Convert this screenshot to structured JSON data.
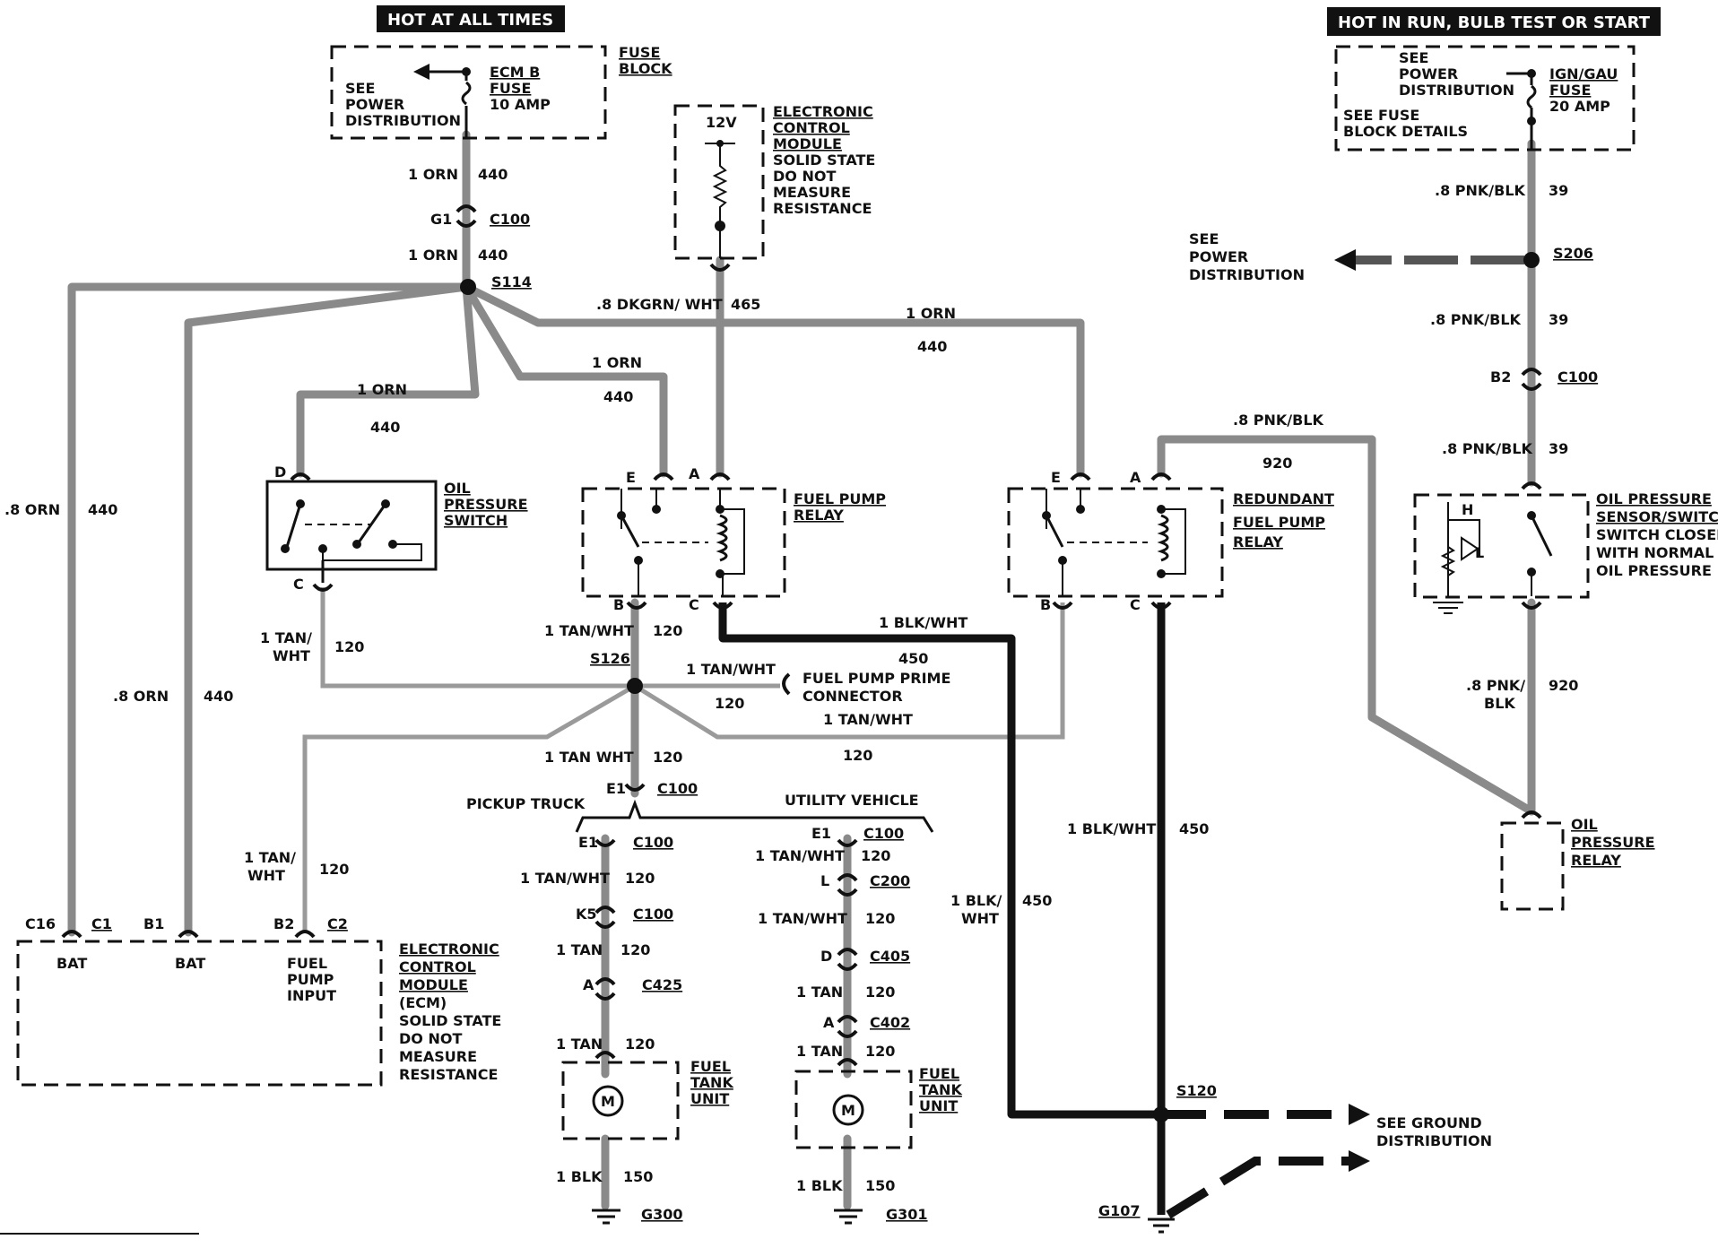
{
  "headers": {
    "hot_all": "HOT AT ALL TIMES",
    "hot_run": "HOT IN RUN, BULB TEST OR START"
  },
  "fuse_block": {
    "title1": "FUSE",
    "title2": "BLOCK",
    "see1": "SEE",
    "see2": "POWER",
    "see3": "DISTRIBUTION",
    "fuse1": "ECM B",
    "fuse2": "FUSE",
    "fuse3": "10 AMP"
  },
  "ign_fuse": {
    "see1": "SEE",
    "see2": "POWER",
    "see3": "DISTRIBUTION",
    "detail1": "SEE FUSE",
    "detail2": "BLOCK DETAILS",
    "fuse1": "IGN/GAU",
    "fuse2": "FUSE",
    "fuse3": "20 AMP"
  },
  "ecm_top": {
    "v": "12V",
    "l1": "ELECTRONIC",
    "l2": "CONTROL",
    "l3": "MODULE",
    "l4": "SOLID STATE",
    "l5": "DO NOT",
    "l6": "MEASURE",
    "l7": "RESISTANCE"
  },
  "ecm_bottom": {
    "l1": "ELECTRONIC",
    "l2": "CONTROL",
    "l3": "MODULE",
    "l4": "(ECM)",
    "l5": "SOLID STATE",
    "l6": "DO NOT",
    "l7": "MEASURE",
    "l8": "RESISTANCE",
    "bat1": "BAT",
    "bat2": "BAT",
    "fp1": "FUEL",
    "fp2": "PUMP",
    "fp3": "INPUT",
    "pin_c16": "C16",
    "pin_c1": "C1",
    "pin_b1": "B1",
    "pin_b2": "B2",
    "pin_c2": "C2"
  },
  "oil_switch": {
    "l1": "OIL",
    "l2": "PRESSURE",
    "l3": "SWITCH",
    "pin_d": "D",
    "pin_c": "C"
  },
  "fuel_pump_relay": {
    "l1": "FUEL PUMP",
    "l2": "RELAY",
    "pin_e": "E",
    "pin_a": "A",
    "pin_b": "B",
    "pin_c": "C"
  },
  "redundant_relay": {
    "l1": "REDUNDANT",
    "l2": "FUEL  PUMP",
    "l3": "RELAY",
    "pin_e": "E",
    "pin_a": "A",
    "pin_b": "B",
    "pin_c": "C"
  },
  "oil_sensor": {
    "l1": "OIL PRESSURE",
    "l2": "SENSOR/SWITCH",
    "l3": "SWITCH CLOSED",
    "l4": "WITH NORMAL",
    "l5": "OIL PRESSURE",
    "h": "H",
    "lo": "L"
  },
  "oil_relay": {
    "l1": "OIL",
    "l2": "PRESSURE",
    "l3": "RELAY"
  },
  "prime": {
    "l1": "FUEL PUMP PRIME",
    "l2": "CONNECTOR"
  },
  "see_power": {
    "l1": "SEE",
    "l2": "POWER",
    "l3": "DISTRIBUTION"
  },
  "see_ground": {
    "l1": "SEE GROUND",
    "l2": "DISTRIBUTION"
  },
  "branches": {
    "pickup": "PICKUP TRUCK",
    "utility": "UTILITY VEHICLE"
  },
  "tank_left": {
    "l1": "FUEL",
    "l2": "TANK",
    "l3": "UNIT",
    "m": "M"
  },
  "tank_right": {
    "l1": "FUEL",
    "l2": "TANK",
    "l3": "UNIT",
    "m": "M"
  },
  "splices": {
    "s114": "S114",
    "s126": "S126",
    "s206": "S206",
    "s120": "S120"
  },
  "connectors": {
    "g1": "G1",
    "c100a": "C100",
    "b2": "B2",
    "c100b": "C100",
    "e1a": "E1",
    "c100c": "C100",
    "e1b": "E1",
    "c100d": "C100",
    "k5": "K5",
    "c100e": "C100",
    "a1": "A",
    "c425": "C425",
    "e1c": "E1",
    "c100f": "C100",
    "l": "L",
    "c200": "C200",
    "d": "D",
    "c405": "C405",
    "a2": "A",
    "c402": "C402"
  },
  "grounds": {
    "g300": "G300",
    "g301": "G301",
    "g107": "G107"
  },
  "wires": {
    "orn_a1": "1 ORN",
    "orn_a2": "440",
    "orn_b1": "1 ORN",
    "orn_b2": "440",
    "orn_left1": ".8 ORN",
    "orn_left2": "440",
    "orn_sw1": "1 ORN",
    "orn_sw2": "440",
    "orn_re1": "1 ORN",
    "orn_re2": "440",
    "orn_rr1": "1 ORN",
    "orn_rr2": "440",
    "orn_ecm1": ".8 ORN",
    "orn_ecm2": "440",
    "dkgrn1": ".8 DKGRN/ WHT",
    "dkgrn2": "465",
    "pnk1a": ".8 PNK/BLK",
    "pnk1b": "39",
    "pnk2a": ".8 PNK/BLK",
    "pnk2b": "39",
    "pnk3a": ".8 PNK/BLK",
    "pnk3b": "39",
    "pnk4a": ".8 PNK/BLK",
    "pnk4b": "920",
    "pnk5a": ".8 PNK/",
    "pnk5b": "BLK",
    "pnk5c": "920",
    "tan_sw1": "1 TAN/",
    "tan_sw2": "WHT",
    "tan_sw3": "120",
    "tan_rb1": "1 TAN/WHT",
    "tan_rb2": "120",
    "tan_pr1": "1 TAN/WHT",
    "tan_pr2": "120",
    "tan_rr1": "1 TAN/WHT",
    "tan_rr2": "120",
    "tan_ec1": "1 TAN/",
    "tan_ec2": "WHT",
    "tan_ec3": "120",
    "tan_dn1": "1 TAN WHT",
    "tan_dn2": "120",
    "blk_a1": "1 BLK/WHT",
    "blk_a2": "450",
    "blk_b1": "1 BLK/WHT",
    "blk_b2": "450",
    "blk_c1": "1 BLK/",
    "blk_c2": "WHT",
    "blk_c3": "450",
    "pl1a": "1 TAN/WHT",
    "pl1b": "120",
    "pl2a": "1 TAN",
    "pl2b": "120",
    "pl3a": "1 TAN",
    "pl3b": "120",
    "pl4a": "1 BLK",
    "pl4b": "150",
    "ur1a": "1 TAN/WHT",
    "ur1b": "120",
    "ur2a": "1 TAN/WHT",
    "ur2b": "120",
    "ur3a": "1 TAN",
    "ur3b": "120",
    "ur4a": "1 TAN",
    "ur4b": "120",
    "ur5a": "1 BLK",
    "ur5b": "150"
  }
}
